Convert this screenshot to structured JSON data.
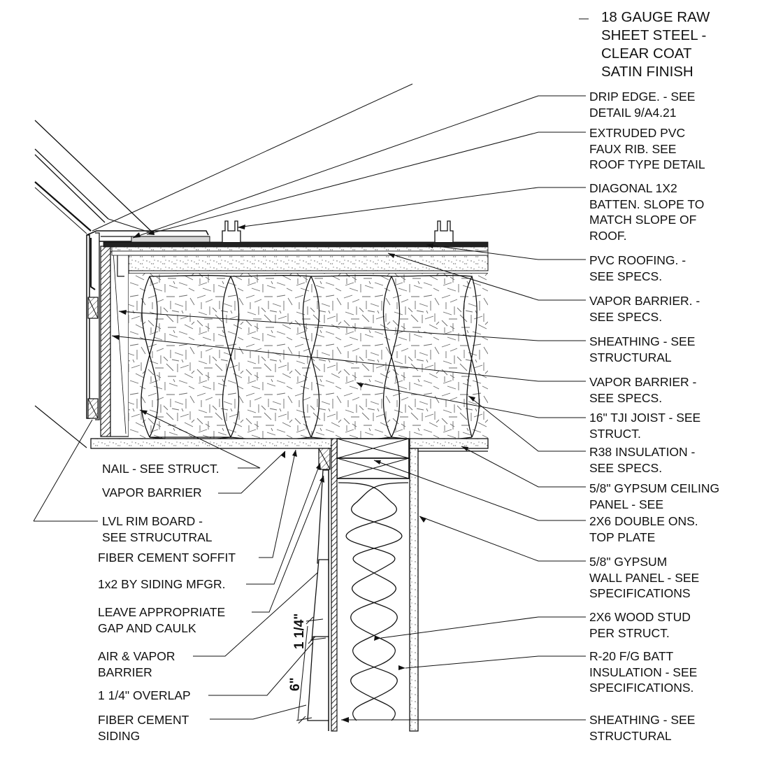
{
  "right_labels": [
    {
      "id": "steel",
      "lines": [
        "18 GAUGE RAW",
        "SHEET STEEL -",
        "CLEAR COAT",
        "SATIN FINISH"
      ]
    },
    {
      "id": "drip-edge",
      "lines": [
        "DRIP EDGE. - SEE",
        "DETAIL 9/A4.21"
      ]
    },
    {
      "id": "faux-rib",
      "lines": [
        "EXTRUDED PVC",
        "FAUX RIB.  SEE",
        "ROOF TYPE DETAIL"
      ]
    },
    {
      "id": "batten",
      "lines": [
        "DIAGONAL 1X2",
        "BATTEN. SLOPE TO",
        "MATCH SLOPE OF",
        "ROOF."
      ]
    },
    {
      "id": "pvc-roofing",
      "lines": [
        "PVC ROOFING. -",
        "SEE SPECS."
      ]
    },
    {
      "id": "vapor-barrier-1",
      "lines": [
        "VAPOR BARRIER. -",
        "SEE SPECS."
      ]
    },
    {
      "id": "sheathing-1",
      "lines": [
        "SHEATHING - SEE",
        "STRUCTURAL"
      ]
    },
    {
      "id": "vapor-barrier-2",
      "lines": [
        "VAPOR BARRIER -",
        "SEE SPECS."
      ]
    },
    {
      "id": "tji-joist",
      "lines": [
        "16\" TJI JOIST - SEE",
        "STRUCT."
      ]
    },
    {
      "id": "r38",
      "lines": [
        "R38 INSULATION -",
        "SEE SPECS."
      ]
    },
    {
      "id": "gypsum-ceiling",
      "lines": [
        "5/8\" GYPSUM CEILING",
        "PANEL - SEE"
      ]
    },
    {
      "id": "double-plate",
      "lines": [
        "2X6 DOUBLE ONS.",
        "TOP PLATE"
      ]
    },
    {
      "id": "gypsum-wall",
      "lines": [
        "5/8\" GYPSUM",
        "WALL PANEL - SEE",
        "SPECIFICATIONS"
      ]
    },
    {
      "id": "wood-stud",
      "lines": [
        "2X6 WOOD STUD",
        "PER STRUCT."
      ]
    },
    {
      "id": "r20",
      "lines": [
        "R-20 F/G BATT",
        "INSULATION - SEE",
        "SPECIFICATIONS."
      ]
    },
    {
      "id": "sheathing-2",
      "lines": [
        "SHEATHING - SEE",
        "STRUCTURAL"
      ]
    }
  ],
  "left_labels": [
    {
      "id": "nail",
      "lines": [
        "NAIL - SEE STRUCT."
      ]
    },
    {
      "id": "vapor-barrier-left",
      "lines": [
        "VAPOR BARRIER"
      ]
    },
    {
      "id": "lvl-rim",
      "lines": [
        "LVL RIM BOARD -",
        "SEE STRUCUTRAL"
      ]
    },
    {
      "id": "soffit",
      "lines": [
        "FIBER CEMENT SOFFIT"
      ]
    },
    {
      "id": "one-by-two",
      "lines": [
        "1x2 BY SIDING MFGR."
      ]
    },
    {
      "id": "gap-caulk",
      "lines": [
        "LEAVE APPROPRIATE",
        "GAP AND CAULK"
      ]
    },
    {
      "id": "air-vapor",
      "lines": [
        "AIR & VAPOR",
        "BARRIER"
      ]
    },
    {
      "id": "overlap",
      "lines": [
        "1 1/4\" OVERLAP"
      ]
    },
    {
      "id": "siding",
      "lines": [
        "FIBER CEMENT",
        "SIDING"
      ]
    }
  ],
  "dimensions": {
    "lap": "1 1/4\"",
    "exposure": "6\""
  }
}
